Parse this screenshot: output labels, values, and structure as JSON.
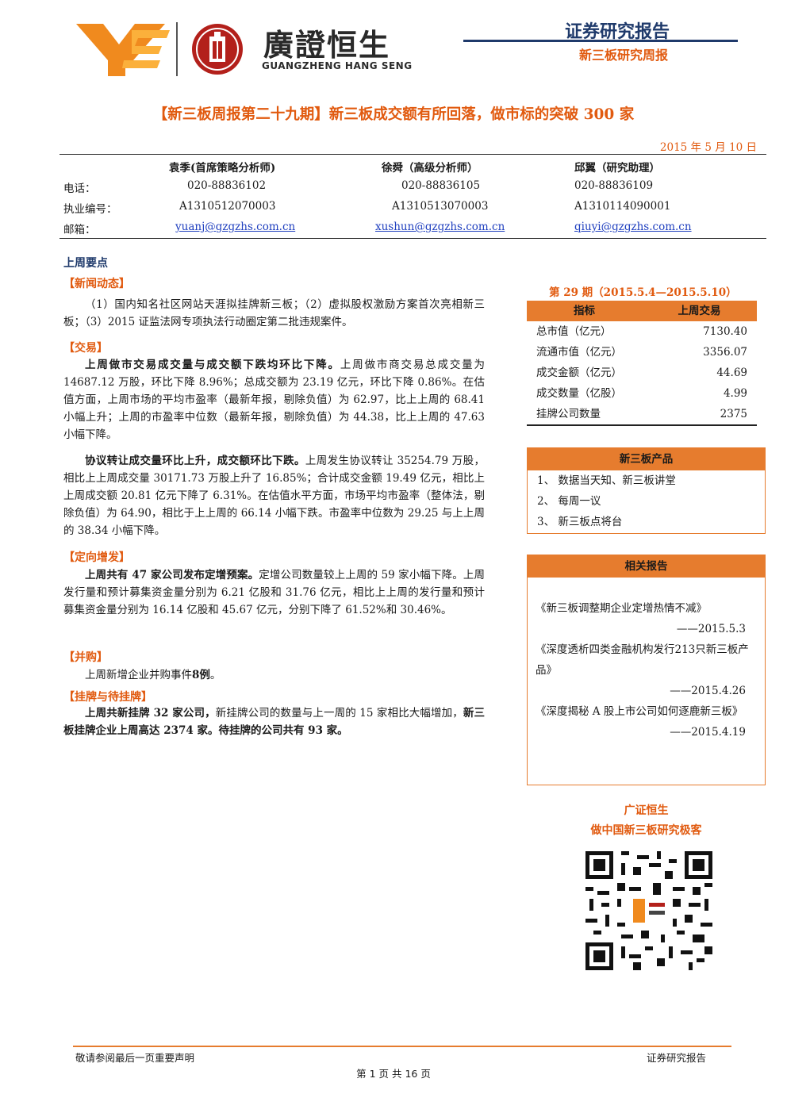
{
  "header": {
    "logo_cn": "廣證恒生",
    "logo_en": "GUANGZHENG HANG SENG",
    "report_type": "证券研究报告",
    "series": "新三板研究周报"
  },
  "title": "【新三板周报第二十九期】新三板成交额有所回落，做市标的突破 300 家",
  "date": "2015 年 5 月 10 日",
  "analysts": {
    "labels": {
      "phone": "电话：",
      "license": "执业编号：",
      "email": "邮箱："
    },
    "people": [
      {
        "name": "袁季(首席策略分析师)",
        "phone": "020-88836102",
        "license": "A1310512070003",
        "email": "yuanj@gzgzhs.com.cn"
      },
      {
        "name": "徐舜（高级分析师）",
        "phone": "020-88836105",
        "license": "A1310513070003",
        "email": "xushun@gzgzhs.com.cn"
      },
      {
        "name": "邱翼（研究助理）",
        "phone": "020-88836109",
        "license": "A1310114090001",
        "email": "qiuyi@gzgzhs.com.cn"
      }
    ]
  },
  "body": {
    "section_title": "上周要点",
    "news_tag": "【新闻动态】",
    "news_text": "（1）国内知名社区网站天涯拟挂牌新三板；（2）虚拟股权激励方案首次亮相新三板；（3）2015 证监法网专项执法行动圈定第二批违规案件。",
    "trade_tag": "【交易】",
    "trade_p1_bold": "上周做市交易成交量与成交额下跌均环比下降。",
    "trade_p1_rest": "上周做市商交易总成交量为 14687.12 万股，环比下降 8.96%；总成交额为 23.19 亿元，环比下降 0.86%。在估值方面，上周市场的平均市盈率（最新年报，剔除负值）为 62.97，比上上周的 68.41 小幅上升；上周的市盈率中位数（最新年报，剔除负值）为 44.38，比上上周的 47.63 小幅下降。",
    "trade_p2_bold": "协议转让成交量环比上升，成交额环比下跌。",
    "trade_p2_rest": "上周发生协议转让 35254.79 万股，相比上上周成交量 30171.73 万股上升了 16.85%；合计成交金额 19.49 亿元，相比上上周成交额 20.81 亿元下降了 6.31%。在估值水平方面，市场平均市盈率（整体法，剔除负值）为 64.90，相比于上上周的 66.14 小幅下跌。市盈率中位数为 29.25 与上上周的 38.34 小幅下降。",
    "placement_tag": "【定向增发】",
    "placement_bold": "上周共有 47 家公司发布定增预案。",
    "placement_rest": "定增公司数量较上上周的 59 家小幅下降。上周发行量和预计募集资金量分别为 6.21 亿股和 31.76 亿元，相比上上周的发行量和预计募集资金量分别为 16.14 亿股和 45.67 亿元，分别下降了 61.52%和 30.46%。",
    "ma_tag": "【并购】",
    "ma_text_pre": "上周新增企业并购事件",
    "ma_text_bold": "8例",
    "ma_text_post": "。",
    "listing_tag": "【挂牌与待挂牌】",
    "listing_bold1": "上周共新挂牌 32 家公司，",
    "listing_rest1": "新挂牌公司的数量与上一周的 15 家相比大幅增加，",
    "listing_bold2": "新三板挂牌企业上周高达 2374 家。待挂牌的公司共有 93 家。"
  },
  "sidebar": {
    "period": "第 29 期（2015.5.4—2015.5.10）",
    "stats_header": [
      "指标",
      "上周交易"
    ],
    "stats": [
      {
        "label": "总市值（亿元）",
        "value": "7130.40"
      },
      {
        "label": "流通市值（亿元）",
        "value": "3356.07"
      },
      {
        "label": "成交金额（亿元）",
        "value": "44.69"
      },
      {
        "label": "成交数量（亿股）",
        "value": "4.99"
      },
      {
        "label": "挂牌公司数量",
        "value": "2375"
      }
    ],
    "products_title": "新三板产品",
    "products": [
      "1、 数据当天知、新三板讲堂",
      "2、 每周一议",
      "3、 新三板点将台"
    ],
    "reports_title": "相关报告",
    "reports": [
      {
        "title": "《新三板调整期企业定增热情不减》",
        "date": "——2015.5.3"
      },
      {
        "title": "《深度透析四类金融机构发行213只新三板产品》",
        "date": "——2015.4.26"
      },
      {
        "title": "《深度揭秘 A 股上市公司如何逐鹿新三板》",
        "date": "——2015.4.19"
      }
    ],
    "promo_line1": "广证恒生",
    "promo_line2": "做中国新三板研究极客"
  },
  "footer": {
    "left": "敬请参阅最后一页重要声明",
    "right": "证券研究报告",
    "page": "第 1 页 共 16 页"
  },
  "colors": {
    "brand_orange": "#e15a0f",
    "table_orange": "#e67c2e",
    "navy": "#1f3a6b",
    "link_blue": "#1f3fbf"
  }
}
